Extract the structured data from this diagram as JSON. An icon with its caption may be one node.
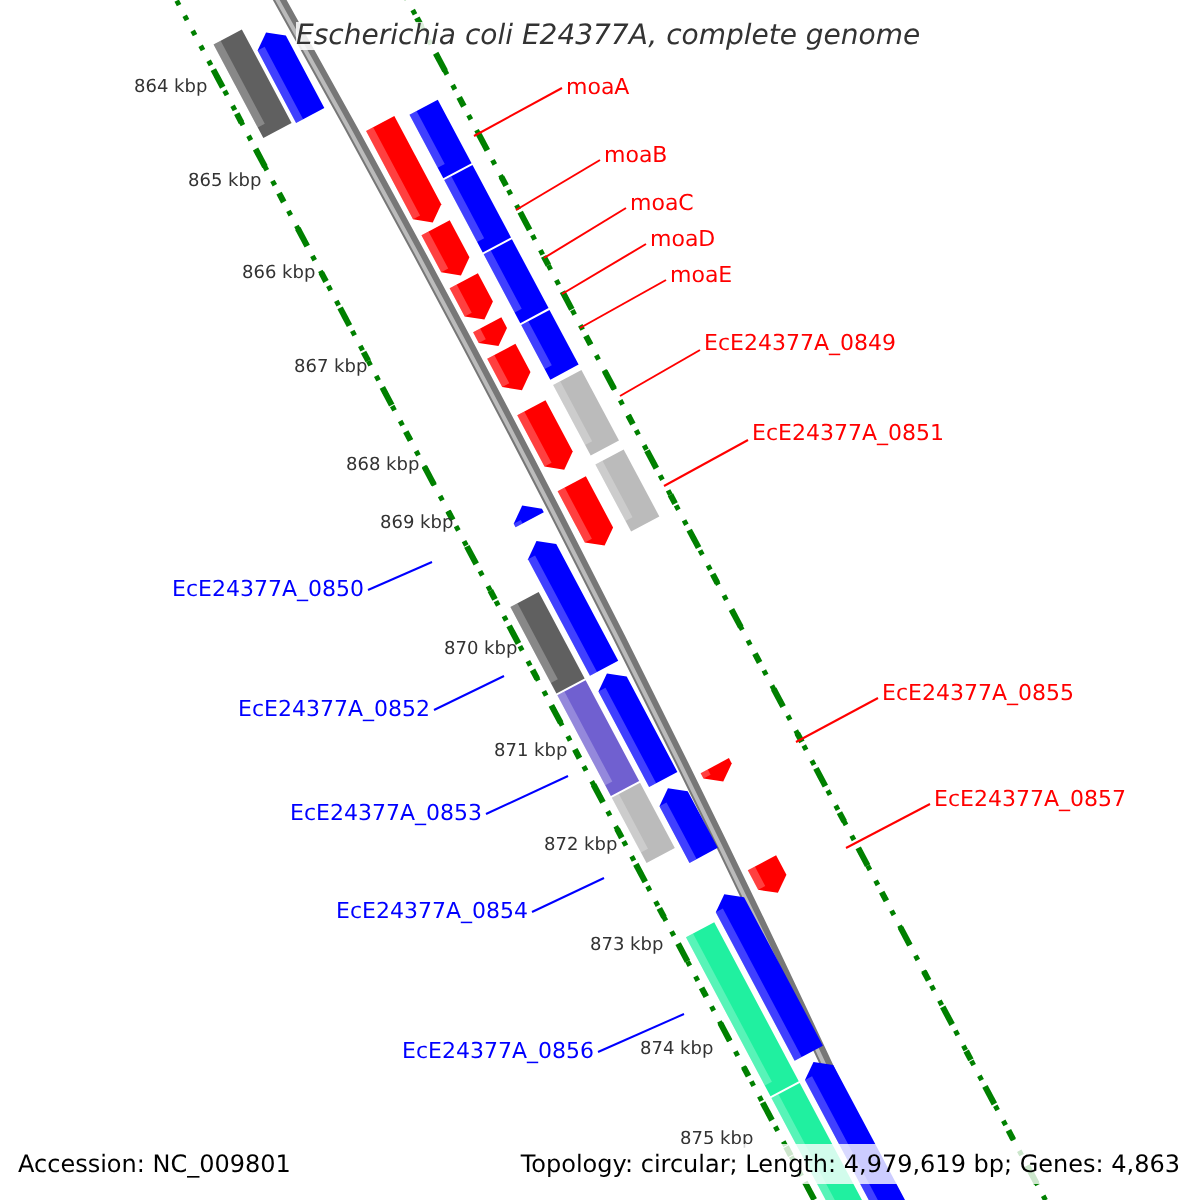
{
  "diagram": {
    "title": "Escherichia coli E24377A, complete genome",
    "nodes": [
      {
        "text": [
          "moaA"
        ]
      },
      {
        "text": [
          "moaB"
        ]
      },
      {
        "text": [
          "moaC"
        ]
      },
      {
        "text": [
          "moaD"
        ]
      },
      {
        "text": [
          "moaE"
        ]
      },
      {
        "text": [
          "EcE24377A_0849"
        ]
      },
      {
        "text": [
          "EcE24377A_0851"
        ]
      },
      {
        "text": [
          "EcE24377A_0850"
        ]
      },
      {
        "text": [
          "EcE24377A_0855"
        ]
      },
      {
        "text": [
          "EcE24377A_0852"
        ]
      },
      {
        "text": [
          "EcE24377A_0857"
        ]
      },
      {
        "text": [
          "EcE24377A_0853"
        ]
      },
      {
        "text": [
          "EcE24377A_0854"
        ]
      },
      {
        "text": [
          "EcE24377A_0856"
        ]
      }
    ],
    "edges": [
      {
        "from": 0,
        "to": null,
        "arrow": "none"
      },
      {
        "from": 1,
        "to": null,
        "arrow": "none"
      },
      {
        "from": 2,
        "to": null,
        "arrow": "none"
      },
      {
        "from": 3,
        "to": null,
        "arrow": "none"
      },
      {
        "from": 4,
        "to": null,
        "arrow": "none"
      },
      {
        "from": 5,
        "to": null,
        "arrow": "none"
      },
      {
        "from": 6,
        "to": null,
        "arrow": "none"
      },
      {
        "from": 7,
        "to": null,
        "arrow": "none",
        "color": "#0000ff"
      },
      {
        "from": 8,
        "to": null,
        "arrow": "none"
      },
      {
        "from": 9,
        "to": null,
        "arrow": "none",
        "color": "#0000ff"
      },
      {
        "from": 10,
        "to": null,
        "arrow": "none"
      },
      {
        "from": 11,
        "to": null,
        "arrow": "none",
        "color": "#0000ff"
      },
      {
        "from": 12,
        "to": null,
        "arrow": "none",
        "color": "#0000ff"
      },
      {
        "from": 13,
        "to": null,
        "arrow": "none",
        "color": "#0000ff"
      }
    ],
    "labels": [
      "864 kbp",
      "865 kbp",
      "866 kbp",
      "867 kbp",
      "868 kbp",
      "869 kbp",
      "870 kbp",
      "871 kbp",
      "872 kbp",
      "873 kbp",
      "874 kbp",
      "875 kbp",
      "Accession: NC_009801",
      "Topology: circular; Length: 4,979,619 bp; Genes: 4,863"
    ]
  }
}
